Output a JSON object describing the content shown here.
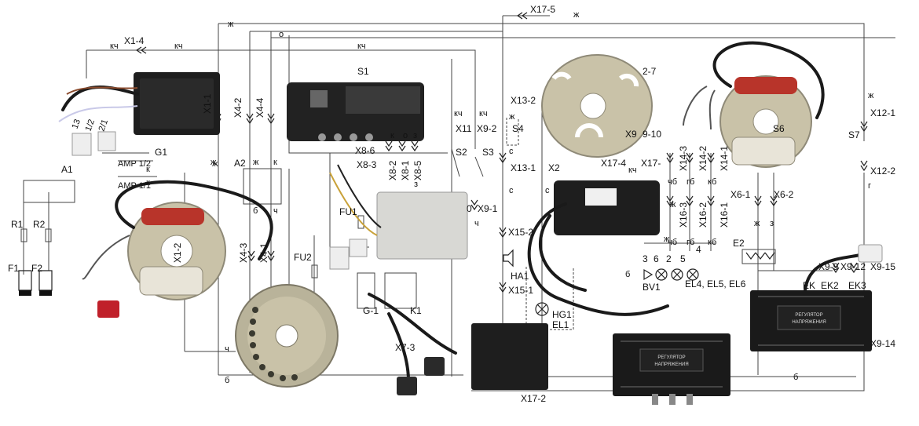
{
  "wires": {
    "zh": "ж",
    "o": "о",
    "k": "к",
    "ch": "ч",
    "b": "б",
    "s": "с",
    "kch": "кч",
    "chb": "чб",
    "gb": "гб",
    "kb": "кб",
    "g": "г",
    "z": "з"
  },
  "labels": {
    "x1_4": "X1-4",
    "x17_5": "X17-5",
    "x1_1": "X1-1",
    "x4_2": "X4-2",
    "x4_4": "X4-4",
    "s1": "S1",
    "x11": "X11",
    "x9_2": "X9-2",
    "s4": "S4",
    "x13_2": "X13-2",
    "x13_1": "X13-1",
    "x2": "X2",
    "s2": "S2",
    "s3": "S3",
    "x9_1": "X9-1",
    "x8_6": "X8-6",
    "x8_3": "X8-3",
    "x8_2": "X8-2",
    "x8_1": "X8-1",
    "x8_5": "X8-5",
    "g1": "G1",
    "a1": "A1",
    "amp12a": "AMP 1/2",
    "amp12b": "AMP 1/1",
    "a2": "A2",
    "r1": "R1",
    "r2": "R2",
    "f1": "F1",
    "f2": "F2",
    "fu1": "FU1",
    "fu2": "FU2",
    "x1_2": "X1-2",
    "x4_3": "X4-3",
    "x4_1": "X4-1",
    "x15_2": "X15-2",
    "ha1": "HA1",
    "x15_1": "X15-1",
    "hg1": "HG1",
    "el1": "EL1",
    "x7_3": "X7-3",
    "x17_2": "X17-2",
    "g_1": "G-1",
    "k1": "K1",
    "x17_4": "X17-4",
    "x17_1": "X17-",
    "x9": "X9",
    "x9_10": "9-10",
    "x2_7": "2-7",
    "x14_3": "X14-3",
    "x14_2": "X14-2",
    "x14_1": "X14-1",
    "x16_3": "X16-3",
    "x16_2": "X16-2",
    "x16_1": "X16-1",
    "bv1": "BV1",
    "el456": "EL4, EL5, EL6",
    "n3": "3",
    "n6": "6",
    "n2": "2",
    "n5": "5",
    "n4": "4",
    "s6": "S6",
    "s7": "S7",
    "x12_1": "X12-1",
    "x12_2": "X12-2",
    "x6_1": "X6-1",
    "x6_2": "X6-2",
    "e2": "E2",
    "ek": "EK",
    "ek2": "EK2",
    "ek3": "EK3",
    "x9_9": "X9-9",
    "x9_12": "X9-12",
    "x9_15": "X9-15",
    "x9_14": "X9-14",
    "d13": "13",
    "d12": "1/2",
    "d21": "2/1",
    "zero": "0",
    "reg1": "РЕГУЛЯТОР",
    "reg2": "НАПРЯЖЕНИЯ"
  },
  "colors": {
    "coil": "#b8342a",
    "metal": "#c9c2a8",
    "metal_dark": "#8f8a78",
    "black_part": "#1e1e1e",
    "connector_red": "#c0202a"
  }
}
